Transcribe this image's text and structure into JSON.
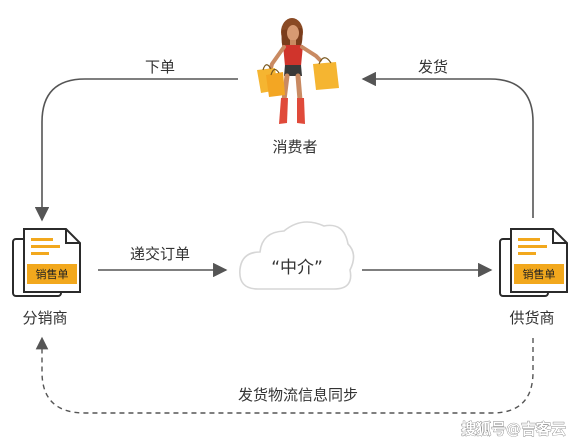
{
  "nodes": {
    "consumer": {
      "label": "消费者"
    },
    "distributor": {
      "label": "分销商",
      "doc_label": "销售单"
    },
    "supplier": {
      "label": "供货商",
      "doc_label": "销售单"
    },
    "broker": {
      "label": "“中介”"
    }
  },
  "edges": {
    "order": {
      "label": "下单"
    },
    "ship": {
      "label": "发货"
    },
    "submit_order": {
      "label": "递交订单"
    },
    "sync_logistics": {
      "label": "发货物流信息同步"
    }
  },
  "watermark": "搜狐号@吉客云",
  "colors": {
    "arrow": "#555555",
    "doc_accent": "#f2a81d",
    "cloud_stroke": "#d6d6d6",
    "skin": "#c98a62",
    "hair": "#8a4a24",
    "top": "#d0342c",
    "boots": "#e04a3a",
    "bag": "#f5b531"
  },
  "icons": {
    "consumer": "shopping-woman-icon",
    "document": "sales-document-icon",
    "cloud": "cloud-icon"
  }
}
